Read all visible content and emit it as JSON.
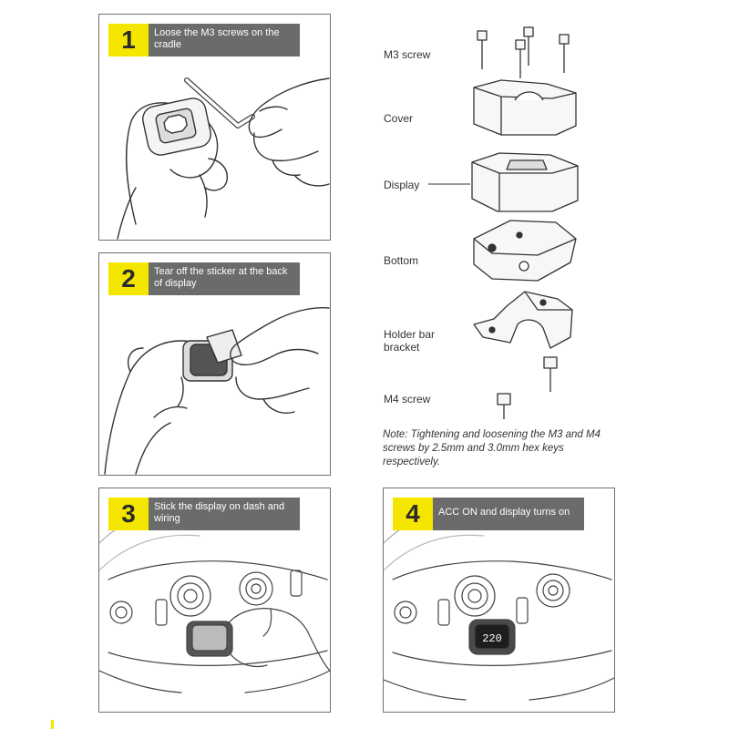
{
  "steps": [
    {
      "number": "1",
      "text": "Loose the M3 screws on the cradle"
    },
    {
      "number": "2",
      "text": "Tear off the sticker at the back of display"
    },
    {
      "number": "3",
      "text": "Stick the display on dash and wiring"
    },
    {
      "number": "4",
      "text": "ACC ON and display turns on"
    }
  ],
  "parts": {
    "m3_screw": "M3 screw",
    "cover": "Cover",
    "display": "Display",
    "bottom": "Bottom",
    "holder_bar_bracket": "Holder bar bracket",
    "m4_screw": "M4 screw"
  },
  "note": "Note: Tightening and loosening the M3 and M4 screws by 2.5mm and 3.0mm hex keys respectively.",
  "display_reading": "220",
  "colors": {
    "accent_yellow": "#f5e600",
    "header_gray": "#6b6b6b",
    "border_gray": "#6f6f6f"
  }
}
